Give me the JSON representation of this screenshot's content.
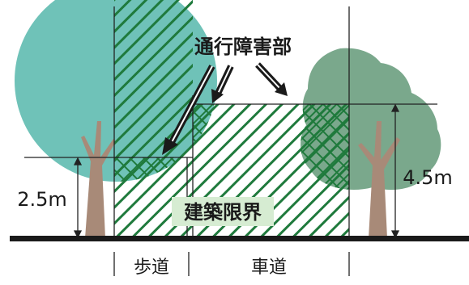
{
  "labels": {
    "obstruction": "通行障害部",
    "clearance": "建築限界",
    "height_sidewalk": "2.5m",
    "height_roadway": "4.5m",
    "sidewalk": "歩道",
    "roadway": "車道"
  },
  "colors": {
    "tree_left": "#6fc2b8",
    "tree_right": "#7aa88c",
    "trunk": "#a88a78",
    "hatch": "#1f7a3c",
    "ground": "#1a1a1a",
    "guide_line": "#222222",
    "clearance_label_bg": "#d6ecd2"
  }
}
